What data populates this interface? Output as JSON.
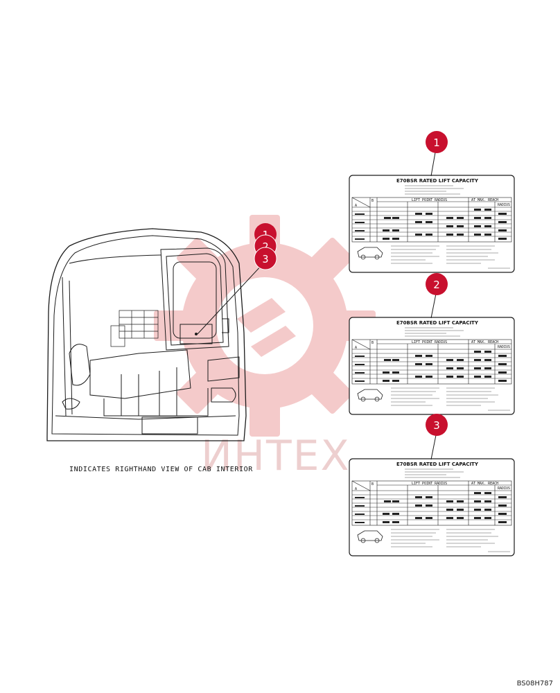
{
  "caption": "INDICATES RIGHTHAND VIEW OF CAB INTERIOR",
  "drawing_code": "BS08H787",
  "watermark": "ИНТЕХ",
  "callouts": [
    {
      "number": "1"
    },
    {
      "number": "2"
    },
    {
      "number": "3"
    }
  ],
  "decal": {
    "title": "E70BSR RATED LIFT CAPACITY",
    "header_lift_point_radius": "LIFT POINT RADIUS",
    "header_max_reach": "AT MAX. REACH",
    "header_radius": "RADIUS",
    "col_a": "A",
    "col_b": "B"
  },
  "colors": {
    "callout_fill": "#c8102e",
    "watermark": "#e8a0a0",
    "line": "#1a1a1a"
  }
}
